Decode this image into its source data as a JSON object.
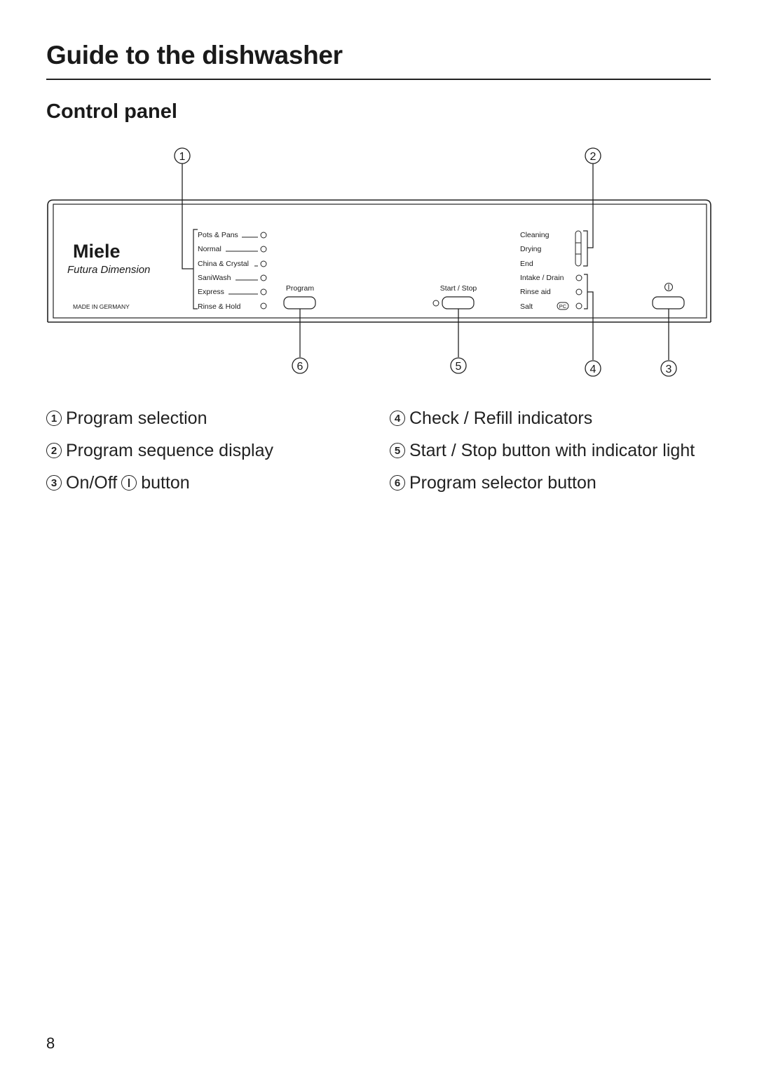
{
  "page": {
    "title": "Guide to the dishwasher",
    "subtitle": "Control panel",
    "page_number": "8"
  },
  "panel": {
    "brand": "Miele",
    "brand_line": "Futura Dimension",
    "made_in": "MADE IN GERMANY",
    "programs": [
      "Pots & Pans",
      "Normal",
      "China & Crystal",
      "SaniWash",
      "Express",
      "Rinse & Hold"
    ],
    "sequence": [
      "Cleaning",
      "Drying",
      "End"
    ],
    "indicators": [
      "Intake / Drain",
      "Rinse aid",
      "Salt"
    ],
    "salt_symbol": "PC",
    "program_button_label": "Program",
    "start_stop_label": "Start / Stop",
    "callouts": [
      "1",
      "2",
      "3",
      "4",
      "5",
      "6"
    ]
  },
  "legend": {
    "left": [
      {
        "num": "1",
        "text": "Program selection"
      },
      {
        "num": "2",
        "text": "Program sequence display"
      },
      {
        "num": "3",
        "text_before": "On/Off",
        "text_after": "button"
      }
    ],
    "right": [
      {
        "num": "4",
        "text": "Check / Refill indicators"
      },
      {
        "num": "5",
        "text": "Start / Stop button with indicator light"
      },
      {
        "num": "6",
        "text": "Program selector button"
      }
    ]
  }
}
